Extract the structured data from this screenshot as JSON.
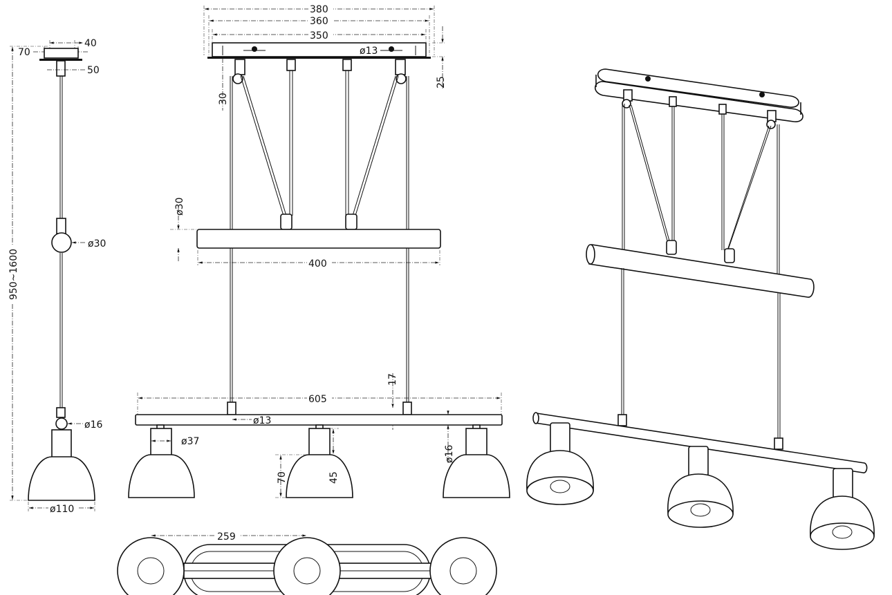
{
  "side_view": {
    "top_width": "70",
    "canopy_width": "40",
    "canopy_depth": "50",
    "height_range": "950~1600",
    "bar_diameter": "ø30",
    "holder_diameter": "ø16",
    "shade_diameter": "ø110"
  },
  "front_view": {
    "canopy_outer": "380",
    "canopy_middle": "360",
    "canopy_inner": "350",
    "canopy_height": "25",
    "pulley_drop": "30",
    "stem_diameter": "ø13",
    "bar_diameter": "ø30",
    "bar_length": "400",
    "lamp_bar_length": "605",
    "lamp_bar_offset": "17",
    "lamp_bar_stem": "ø13",
    "socket_diameter": "ø37",
    "lamp_bar_diameter": "ø16",
    "shade_height": "70",
    "socket_height": "45"
  },
  "top_view": {
    "spacing": "259"
  }
}
